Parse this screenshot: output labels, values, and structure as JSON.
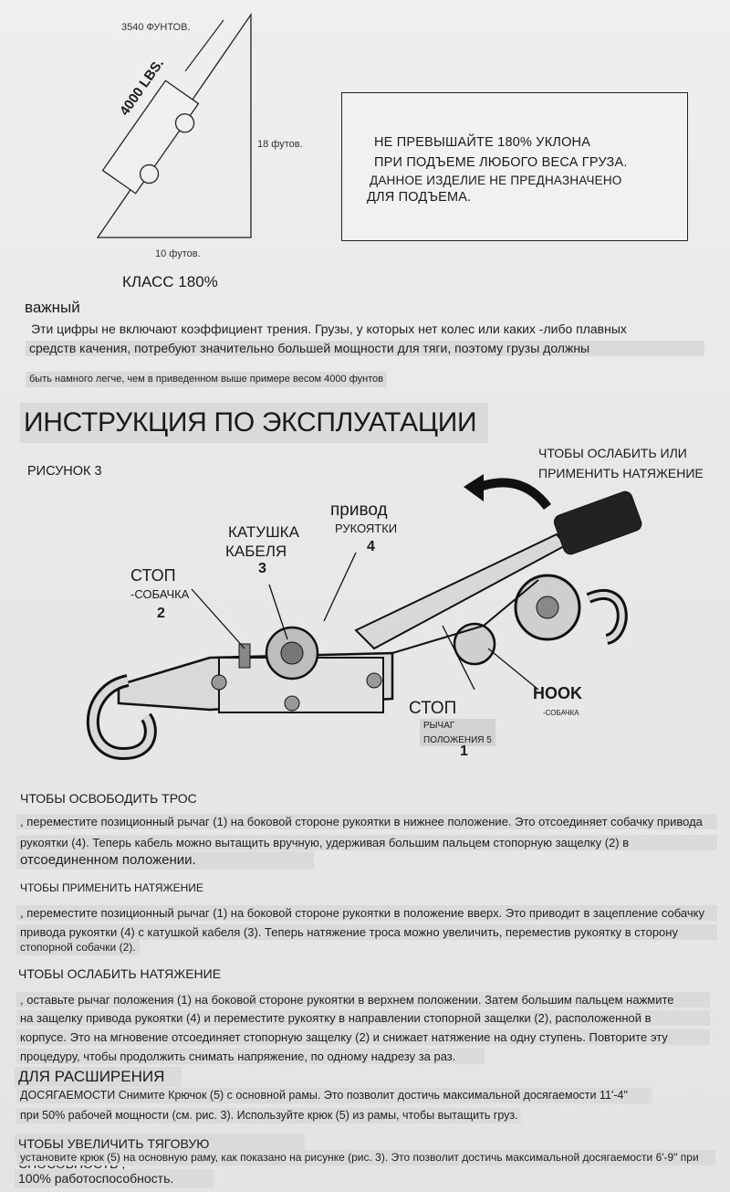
{
  "diagram_top": {
    "weight_label": "3540 ФУНТОВ.",
    "box_label": "4000 LBS.",
    "height_label": "18 футов.",
    "base_label": "10 футов.",
    "class_label": "КЛАСС 180%"
  },
  "warning": {
    "line1": "НЕ ПРЕВЫШАЙТЕ 180% УКЛОНА",
    "line2": "ПРИ ПОДЪЕМЕ ЛЮБОГО ВЕСА ГРУЗА.",
    "line3": "ДАННОЕ ИЗДЕЛИЕ НЕ ПРЕДНАЗНАЧЕНО",
    "line4": "ДЛЯ ПОДЪЕМА."
  },
  "important": {
    "title": "важный",
    "line1": "Эти цифры не включают коэффициент трения. Грузы, у которых нет колес или каких -либо плавных",
    "line2": "средств качения, потребуют значительно большей мощности для тяги, поэтому грузы должны",
    "line3": "быть намного легче, чем в приведенном выше примере весом 4000 фунтов"
  },
  "instructions_title": "ИНСТРУКЦИЯ ПО ЭКСПЛУАТАЦИИ",
  "figure": {
    "caption": "РИСУНОК 3",
    "release_apply_1": "ЧТОБЫ ОСЛАБИТЬ ИЛИ",
    "release_apply_2": "ПРИМЕНИТЬ НАТЯЖЕНИЕ",
    "drive_1": "привод",
    "drive_2": "РУКОЯТКИ",
    "drive_num": "4",
    "spool_1": "КАТУШКА",
    "spool_2": "КАБЕЛЯ",
    "spool_num": "3",
    "stop_1": "СТОП",
    "stop_2": "-СОБАЧКА",
    "stop_num": "2",
    "hook": "HOOK",
    "hook_small": "-СОБАЧКА",
    "stop_lever": "СТОП",
    "lever_pos": "РЫЧАГ ПОЛОЖЕНИЯ 5",
    "lever_num": "1"
  },
  "release_cable": {
    "title": "ЧТОБЫ ОСВОБОДИТЬ ТРОС",
    "line1": ", переместите позиционный рычаг (1) на боковой стороне рукоятки в нижнее положение. Это отсоединяет собачку привода",
    "line2": "рукоятки (4). Теперь кабель можно вытащить вручную, удерживая большим пальцем стопорную защелку (2) в",
    "line3": "отсоединенном положении."
  },
  "apply_tension": {
    "title": "ЧТОБЫ ПРИМЕНИТЬ НАТЯЖЕНИЕ",
    "line1": ", переместите позиционный рычаг (1) на боковой стороне рукоятки в положение вверх. Это приводит в зацепление собачку",
    "line2": "привода рукоятки (4) с катушкой кабеля (3). Теперь натяжение троса можно увеличить, переместив рукоятку в сторону",
    "line3": "стопорной собачки (2)."
  },
  "release_tension": {
    "title": "ЧТОБЫ ОСЛАБИТЬ НАТЯЖЕНИЕ",
    "line1": ", оставьте рычаг положения (1) на боковой стороне рукоятки в верхнем положении. Затем большим пальцем нажмите",
    "line2": "на защелку привода рукоятки (4) и переместите рукоятку в направлении стопорной защелки (2), расположенной в",
    "line3": "корпусе. Это на мгновение отсоединяет стопорную защелку (2) и снижает натяжение на одну ступень. Повторите эту",
    "line4": "процедуру, чтобы продолжить снимать напряжение, по одному надрезу за раз."
  },
  "extension": {
    "title": "ДЛЯ РАСШИРЕНИЯ",
    "line1": "ДОСЯГАЕМОСТИ Снимите Крючок (5) с основной рамы. Это позволит достичь максимальной досягаемости 11'-4\"",
    "line2": "при 50% рабочей мощности (см. рис. 3). Используйте крюк (5) из рамы, чтобы вытащить груз."
  },
  "pulling_capacity": {
    "title": "ЧТОБЫ УВЕЛИЧИТЬ ТЯГОВУЮ СПОСОБНОСТЬ ,",
    "line1": "установите крюк (5) на основную раму, как показано на рисунке (рис. 3). Это позволит достичь максимальной досягаемости 6'-9\" при",
    "line2": "100% работоспособность."
  }
}
